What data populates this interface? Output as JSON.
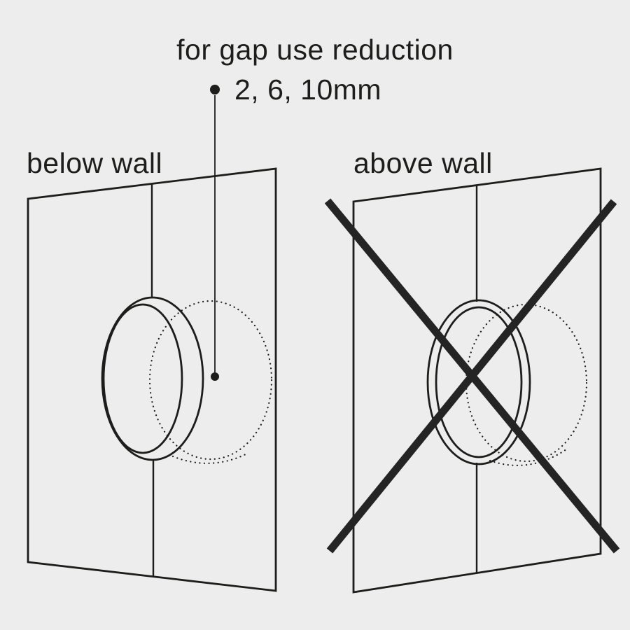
{
  "colors": {
    "background": "#ecedec",
    "line": "#1d1d1b",
    "text": "#1d1d1b",
    "cross": "#242424"
  },
  "annotation": {
    "title": "for gap use reduction",
    "sizes": "2, 6, 10mm"
  },
  "panels": {
    "left": {
      "label": "below wall"
    },
    "right": {
      "label": "above wall"
    }
  }
}
